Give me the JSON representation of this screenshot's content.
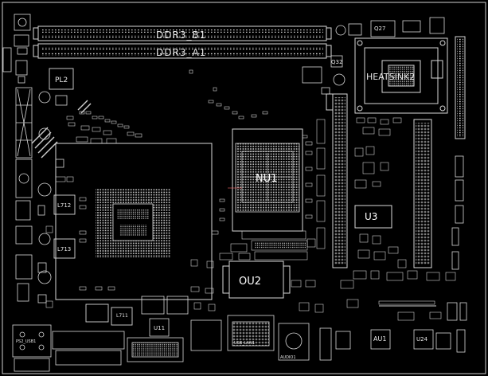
{
  "board": {
    "background_color": "#000000",
    "line_color": "#d8d8d8",
    "accent_color": "#ff6b6b"
  },
  "labels": {
    "ddr3_b": "DDR3_B1",
    "ddr3_a": "DDR3_A1",
    "heatsink": "HEATSINK2",
    "nu1": "NU1",
    "u3": "U3",
    "ou2": "OU2",
    "pl2": "PL2",
    "l712": "L712",
    "l713": "L713",
    "l711": "L711",
    "u11": "U11",
    "q32": "Q32",
    "q27": "Q27",
    "au1": "AU1",
    "u24": "U24",
    "audio": "AUDIO1",
    "usb_lan": "USB_LAN1",
    "ps2": "PS2_USB1"
  }
}
